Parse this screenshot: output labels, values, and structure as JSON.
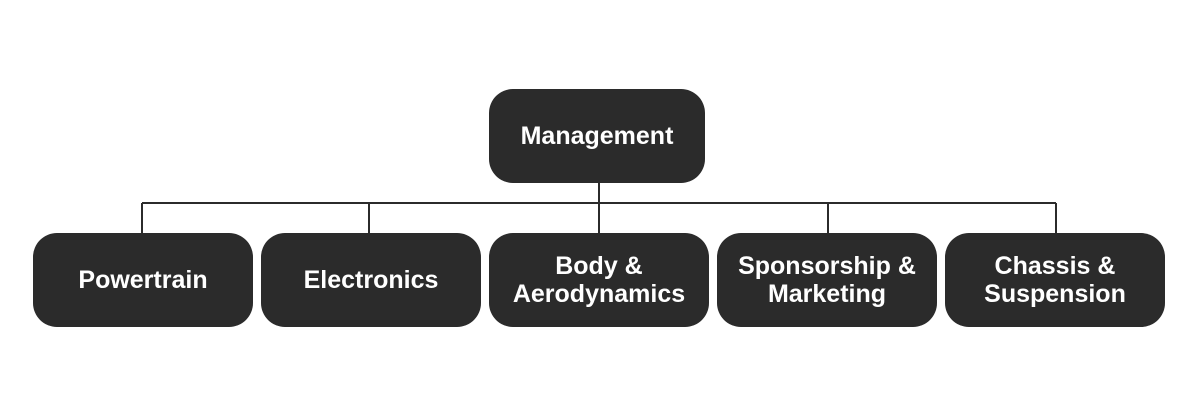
{
  "root": {
    "label": "Management"
  },
  "children": [
    {
      "label": "Powertrain"
    },
    {
      "label": "Electronics"
    },
    {
      "label": "Body &\nAerodynamics"
    },
    {
      "label": "Sponsorship &\nMarketing"
    },
    {
      "label": "Chassis &\nSuspension"
    }
  ],
  "colors": {
    "node_fill": "#2b2b2b",
    "node_text": "#ffffff",
    "connector": "#2b2b2b",
    "background": "#ffffff"
  }
}
